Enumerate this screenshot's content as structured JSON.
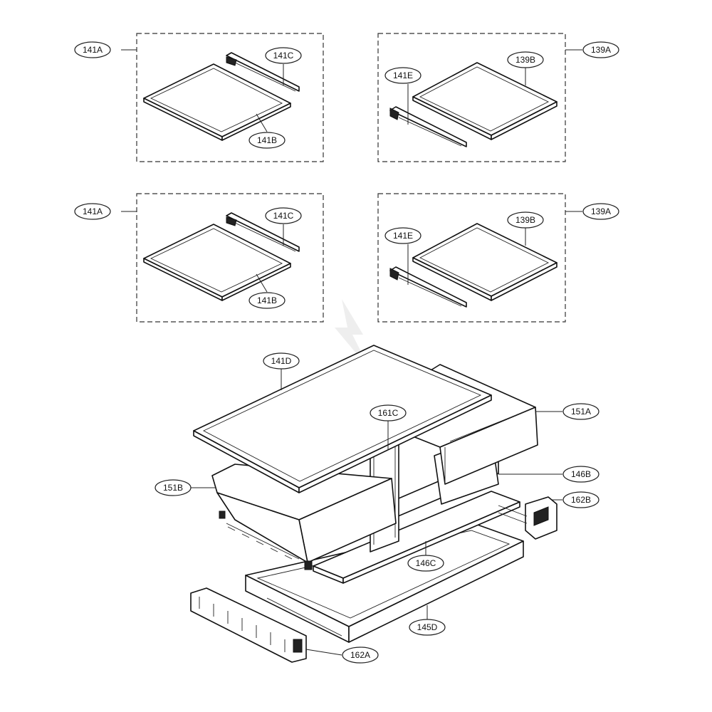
{
  "labels": {
    "shelf_141a_top": "141A",
    "shelf_141c_top": "141C",
    "shelf_141b_top": "141B",
    "shelf_139a_top": "139A",
    "shelf_139b_top": "139B",
    "shelf_141e_top": "141E",
    "shelf_141a_mid": "141A",
    "shelf_141c_mid": "141C",
    "shelf_141b_mid": "141B",
    "shelf_139a_mid": "139A",
    "shelf_139b_mid": "139B",
    "shelf_141e_mid": "141E",
    "cover_141d": "141D",
    "frame_161c": "161C",
    "drawer_151a": "151A",
    "drawer_151b": "151B",
    "rail_146b": "146B",
    "bracket_162b": "162B",
    "cover_146c": "146C",
    "tray_145d": "145D",
    "bracket_162a": "162A"
  },
  "colors": {
    "line": "#111111",
    "background": "#ffffff"
  }
}
